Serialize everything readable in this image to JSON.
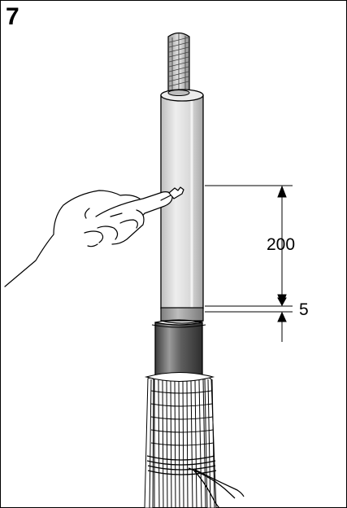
{
  "step_number": "7",
  "dimensions": {
    "upper": "200",
    "lower": "5"
  },
  "colors": {
    "outline": "#000000",
    "sheath": "#e2e2e2",
    "sheath_shade": "#b9b9b9",
    "tape_band": "#a5a5a5",
    "screen_layer": "#5a5a5a",
    "screen_highlight": "#8a8a8a",
    "conductor": "#cfcfcf",
    "background": "#ffffff"
  },
  "icons": [
    "hand-icon",
    "cable-icon"
  ]
}
